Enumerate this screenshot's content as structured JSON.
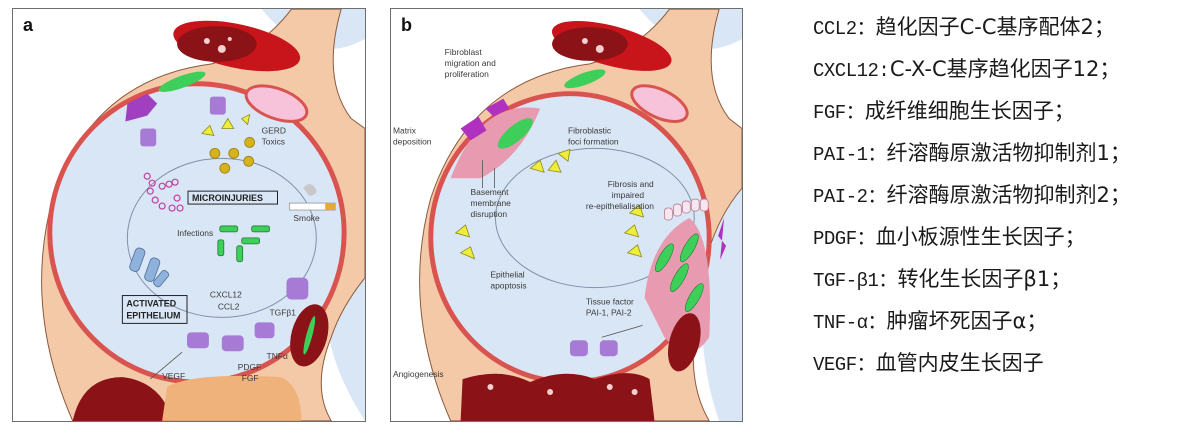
{
  "figure": {
    "panels": [
      {
        "letter": "a",
        "labels": {
          "gerd": "GERD",
          "toxics": "Toxics",
          "microinjuries": "MICROINJURIES",
          "smoke": "Smoke",
          "infections": "Infections",
          "activated_1": "ACTIVATED",
          "activated_2": "EPITHELIUM",
          "cxcl12": "CXCL12",
          "ccl2": "CCL2",
          "tgfb1": "TGFβ1",
          "vegf": "VEGF",
          "pdgf": "PDGF",
          "fgf": "FGF",
          "tnfa": "TNFα"
        }
      },
      {
        "letter": "b",
        "labels": {
          "fibroblast_1": "Fibroblast",
          "fibroblast_2": "migration and",
          "fibroblast_3": "proliferation",
          "matrix_1": "Matrix",
          "matrix_2": "deposition",
          "foci_1": "Fibroblastic",
          "foci_2": "foci formation",
          "basement_1": "Basement",
          "basement_2": "membrane",
          "basement_3": "disruption",
          "fibrosis_1": "Fibrosis and",
          "fibrosis_2": "impaired",
          "fibrosis_3": "re-epithelialisation",
          "apoptosis_1": "Epithelial",
          "apoptosis_2": "apoptosis",
          "tissue_1": "Tissue factor",
          "tissue_2": "PAI-1, PAI-2",
          "angiogenesis": "Angiogenesis"
        }
      }
    ],
    "colors": {
      "interstitium": "#f3c9a8",
      "alveolar_space": "#d9e6f5",
      "alveolar_wall": "#d9534f",
      "red_blood_cell": "#8b1216",
      "vessel": "#c8141b",
      "fibroblast": "#3ecf5a",
      "macrophage": "#a77ad6",
      "toxic_particle": "#d6b21c",
      "mediator": "#f0ec3a"
    }
  },
  "legend": {
    "items": [
      {
        "abbr": "CCL2",
        "sep": "：",
        "desc": "趋化因子C-C基序配体2；"
      },
      {
        "abbr": "CXCL12",
        "sep": ":",
        "desc": "C-X-C基序趋化因子12；"
      },
      {
        "abbr": "FGF",
        "sep": "：",
        "desc": "成纤维细胞生长因子；"
      },
      {
        "abbr": "PAI-1",
        "sep": "：",
        "desc": "纤溶酶原激活物抑制剂1；"
      },
      {
        "abbr": "PAI-2",
        "sep": "：",
        "desc": "纤溶酶原激活物抑制剂2；"
      },
      {
        "abbr": "PDGF",
        "sep": "：",
        "desc": "血小板源性生长因子；"
      },
      {
        "abbr": "TGF-β1",
        "sep": "：",
        "desc": "转化生长因子β1；"
      },
      {
        "abbr": "TNF-α",
        "sep": "：",
        "desc": "肿瘤坏死因子α；"
      },
      {
        "abbr": "VEGF",
        "sep": "：",
        "desc": "血管内皮生长因子"
      }
    ]
  }
}
